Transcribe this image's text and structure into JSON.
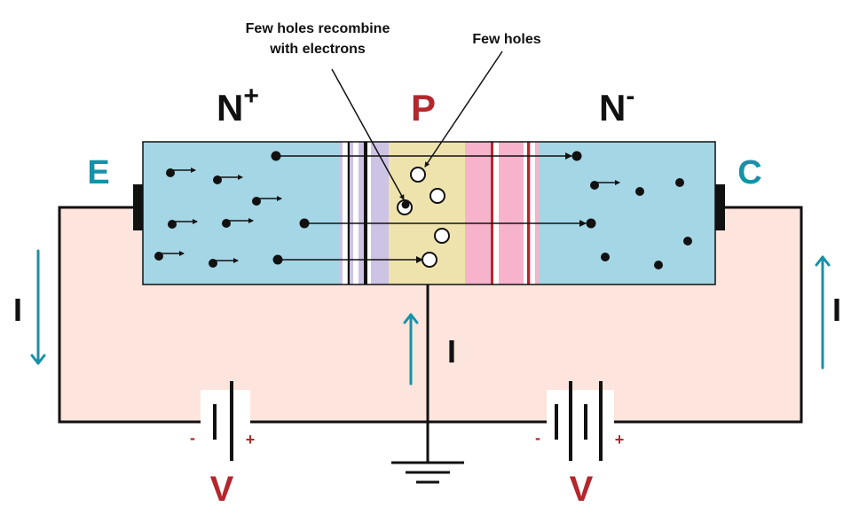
{
  "colors": {
    "circuit_fill": "#fde4dc",
    "n_region": "#a5d6e6",
    "p_region": "#efe3ad",
    "depletion_emitter": "#cdc3e4",
    "depletion_collector": "#f7b3cb",
    "accent_teal": "#1592a8",
    "accent_red": "#b3272d",
    "ink": "#111111"
  },
  "regions": {
    "emitter": {
      "label": "N",
      "superscript": "+"
    },
    "base": {
      "label": "P"
    },
    "collector": {
      "label": "N",
      "superscript": "-"
    }
  },
  "terminals": {
    "emitter": "E",
    "collector": "C"
  },
  "annotations": {
    "recombine_line1": "Few holes recombine",
    "recombine_line2": "with electrons",
    "few_holes": "Few holes"
  },
  "currents": {
    "left": "I",
    "base": "I",
    "right": "I"
  },
  "batteries": [
    {
      "name": "emitter-base",
      "minus": "-",
      "plus": "+",
      "label": "V"
    },
    {
      "name": "collector-base",
      "minus": "-",
      "plus": "+",
      "label": "V"
    }
  ],
  "icons": [
    "electron-icon",
    "hole-icon",
    "ground-icon",
    "battery-icon",
    "arrow-up-icon",
    "arrow-down-icon"
  ]
}
